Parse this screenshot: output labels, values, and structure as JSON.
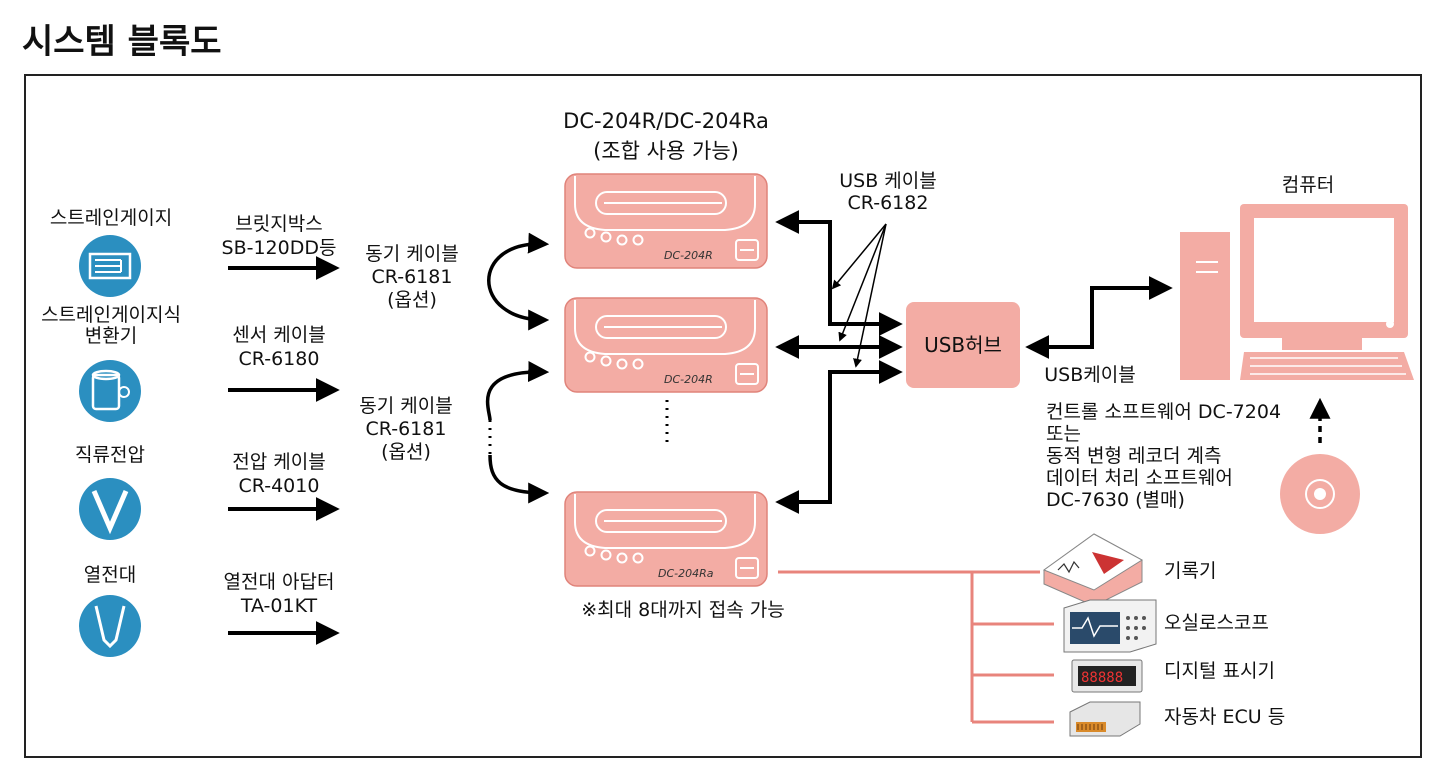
{
  "title": "시스템 블록도",
  "sensors": [
    {
      "label": "스트레인게이지",
      "icon": "strain-gauge-icon"
    },
    {
      "label": "스트레인게이지식\n변환기",
      "icon": "transducer-icon"
    },
    {
      "label": "직류전압",
      "icon": "voltage-icon"
    },
    {
      "label": "열전대",
      "icon": "thermocouple-icon"
    }
  ],
  "connections": [
    {
      "label": "브릿지박스\nSB-120DD등"
    },
    {
      "label": "센서 케이블\nCR-6180"
    },
    {
      "label": "전압 케이블\nCR-4010"
    },
    {
      "label": "열전대 아답터\nTA-01KT"
    }
  ],
  "sync_cables": [
    {
      "label": "동기 케이블\nCR-6181\n(옵션)"
    },
    {
      "label": "동기 케이블\nCR-6181\n(옵션)"
    }
  ],
  "device_header": "DC-204R/DC-204Ra\n(조합 사용 가능)",
  "devices": [
    {
      "label": "DC-204R"
    },
    {
      "label": "DC-204R"
    },
    {
      "label": "DC-204Ra"
    }
  ],
  "max_note": "※최대 8대까지 접속 가능",
  "usb_cable_label": "USB 케이블\nCR-6182",
  "usb_hub_label": "USB허브",
  "pc_usb_cable_label": "USB케이블",
  "computer_label": "컴퓨터",
  "software_note": "컨트롤 소프트웨어 DC-7204\n또는\n동적 변형 레코더 계측\n데이터 처리 소프트웨어\nDC-7630 (별매)",
  "outputs": [
    {
      "label": "기록기"
    },
    {
      "label": "오실로스코프"
    },
    {
      "label": "디지털 표시기"
    },
    {
      "label": "자동차 ECU 등"
    }
  ],
  "colors": {
    "accent_blue": "#2b8fc0",
    "device_pink": "#f3aca4",
    "device_stroke": "#e0837a",
    "line_pink": "#e8847c"
  }
}
